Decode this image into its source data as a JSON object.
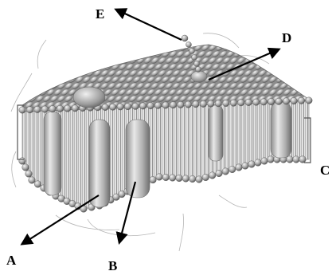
{
  "diagram": {
    "labels": {
      "a": "A",
      "b": "B",
      "c": "C",
      "d": "D",
      "e": "E"
    }
  },
  "colors": {
    "arrow": "#000000",
    "head_light": "#e6e6e6",
    "head_dark": "#7a7a7a",
    "protein": "#bdbdbd",
    "tail": "#9a9a9a",
    "background": "#ffffff"
  }
}
